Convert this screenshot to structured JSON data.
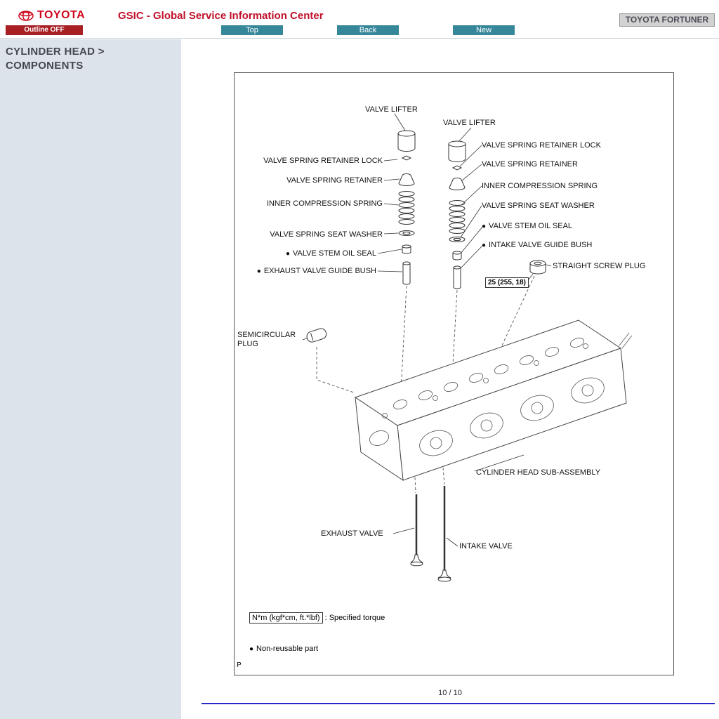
{
  "header": {
    "brand": "TOYOTA",
    "title": "GSIC - Global Service Information Center",
    "model_badge": "TOYOTA FORTUNER",
    "outline_button": "Outline OFF",
    "nav_top": "Top",
    "nav_back": "Back",
    "nav_new": "New"
  },
  "sidebar": {
    "heading_line1": "CYLINDER HEAD >",
    "heading_line2": "COMPONENTS"
  },
  "diagram": {
    "bullet": "●",
    "labels": {
      "valve_lifter_left": "VALVE LIFTER",
      "valve_lifter_right": "VALVE LIFTER",
      "valve_spring_retainer_lock_left": "VALVE SPRING RETAINER LOCK",
      "valve_spring_retainer_lock_right": "VALVE SPRING RETAINER LOCK",
      "valve_spring_retainer_left": "VALVE SPRING RETAINER",
      "valve_spring_retainer_right": "VALVE SPRING RETAINER",
      "inner_compression_spring_left": "INNER COMPRESSION SPRING",
      "inner_compression_spring_right": "INNER COMPRESSION SPRING",
      "valve_spring_seat_washer_left": "VALVE SPRING SEAT WASHER",
      "valve_spring_seat_washer_right": "VALVE SPRING SEAT WASHER",
      "valve_stem_oil_seal_left": "VALVE STEM OIL SEAL",
      "valve_stem_oil_seal_right": "VALVE STEM OIL SEAL",
      "exhaust_valve_guide_bush": "EXHAUST VALVE GUIDE BUSH",
      "intake_valve_guide_bush": "INTAKE VALVE GUIDE BUSH",
      "straight_screw_plug": "STRAIGHT SCREW PLUG",
      "semicircular_plug_line1": "SEMICIRCULAR",
      "semicircular_plug_line2": "PLUG",
      "cylinder_head_sub_assembly": "CYLINDER HEAD SUB-ASSEMBLY",
      "exhaust_valve": "EXHAUST VALVE",
      "intake_valve": "INTAKE VALVE"
    },
    "torque_value": "25 (255, 18)",
    "legend": {
      "torque_unit_box": "N*m (kgf*cm, ft.*lbf)",
      "torque_text": ": Specified torque",
      "non_reusable_text": "Non-reusable part"
    },
    "corner_mark": "P"
  },
  "footer": {
    "page_indicator": "10 / 10"
  }
}
